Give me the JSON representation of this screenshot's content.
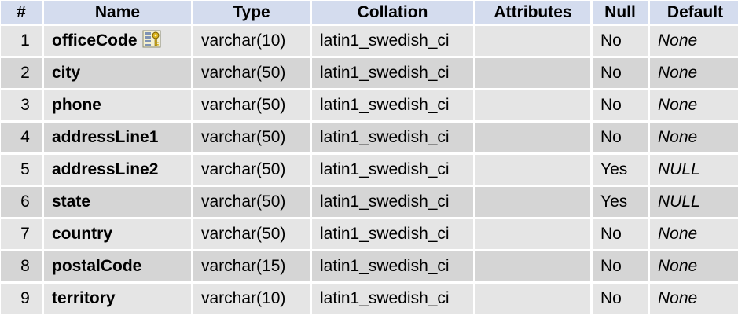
{
  "table": {
    "headers": [
      "#",
      "Name",
      "Type",
      "Collation",
      "Attributes",
      "Null",
      "Default"
    ],
    "rows": [
      {
        "num": "1",
        "name": "officeCode",
        "type": "varchar(10)",
        "collation": "latin1_swedish_ci",
        "attributes": "",
        "null": "No",
        "default": "None",
        "icon": "primary-key-icon"
      },
      {
        "num": "2",
        "name": "city",
        "type": "varchar(50)",
        "collation": "latin1_swedish_ci",
        "attributes": "",
        "null": "No",
        "default": "None"
      },
      {
        "num": "3",
        "name": "phone",
        "type": "varchar(50)",
        "collation": "latin1_swedish_ci",
        "attributes": "",
        "null": "No",
        "default": "None"
      },
      {
        "num": "4",
        "name": "addressLine1",
        "type": "varchar(50)",
        "collation": "latin1_swedish_ci",
        "attributes": "",
        "null": "No",
        "default": "None"
      },
      {
        "num": "5",
        "name": "addressLine2",
        "type": "varchar(50)",
        "collation": "latin1_swedish_ci",
        "attributes": "",
        "null": "Yes",
        "default": "NULL"
      },
      {
        "num": "6",
        "name": "state",
        "type": "varchar(50)",
        "collation": "latin1_swedish_ci",
        "attributes": "",
        "null": "Yes",
        "default": "NULL"
      },
      {
        "num": "7",
        "name": "country",
        "type": "varchar(50)",
        "collation": "latin1_swedish_ci",
        "attributes": "",
        "null": "No",
        "default": "None"
      },
      {
        "num": "8",
        "name": "postalCode",
        "type": "varchar(15)",
        "collation": "latin1_swedish_ci",
        "attributes": "",
        "null": "No",
        "default": "None"
      },
      {
        "num": "9",
        "name": "territory",
        "type": "varchar(10)",
        "collation": "latin1_swedish_ci",
        "attributes": "",
        "null": "No",
        "default": "None"
      }
    ]
  },
  "colors": {
    "header_bg": "#d4dcee",
    "row_odd_bg": "#e5e5e5",
    "row_even_bg": "#d5d5d5"
  }
}
